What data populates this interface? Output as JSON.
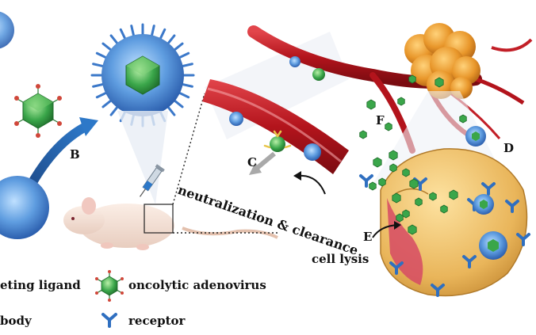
{
  "labels": {
    "B": "B",
    "C": "C",
    "D": "D",
    "E": "E",
    "F": "F",
    "neutralization": "neutralization & clearance",
    "cell_lysis": "cell lysis"
  },
  "legend": [
    {
      "icon": "targeting-ligand-virus-icon",
      "text": "eting ligand"
    },
    {
      "icon": "oncolytic-adenovirus-icon",
      "text": "oncolytic adenovirus"
    },
    {
      "icon": "antibody-icon",
      "text": "body"
    },
    {
      "icon": "receptor-icon",
      "text": "receptor"
    }
  ],
  "colors": {
    "virus_green": "#3aa64a",
    "coat_blue": "#3b78c9",
    "vessel_red": "#b3141c",
    "tumor_orange": "#e8962a",
    "receptor_blue": "#2f6fc0",
    "antibody_yellow": "#e8c54a"
  }
}
